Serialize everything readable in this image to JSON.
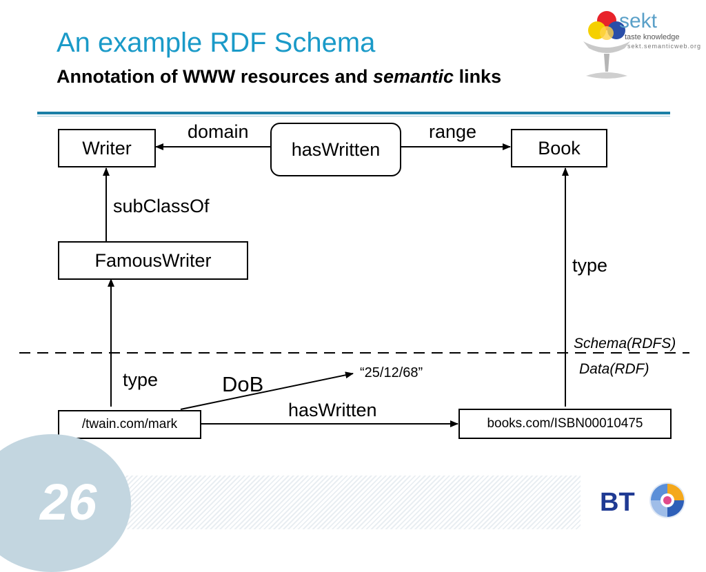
{
  "slide": {
    "title": "An example RDF Schema",
    "subtitle_part1": "Annotation of WWW resources and ",
    "subtitle_italic": "semantic",
    "subtitle_part2": " links",
    "page_number": "26"
  },
  "logos": {
    "sekt_name": "sekt",
    "sekt_tagline": "taste knowledge",
    "sekt_url": "sekt.semanticweb.org",
    "bt_name": "BT"
  },
  "diagram": {
    "nodes": {
      "writer": "Writer",
      "has_written_property": "hasWritten",
      "book": "Book",
      "famous_writer": "FamousWriter",
      "twain_resource": "/twain.com/mark",
      "book_resource": "books.com/ISBN00010475"
    },
    "edges": {
      "domain": "domain",
      "range": "range",
      "sub_class_of": "subClassOf",
      "type_book": "type",
      "type_writer": "type",
      "dob": "DoB",
      "has_written_data": "hasWritten"
    },
    "literal_dob": "“25/12/68”",
    "layer_schema": "Schema(RDFS)",
    "layer_data": "Data(RDF)"
  },
  "colors": {
    "title": "#1a9ac8",
    "rule": "#1a7fa6",
    "bt_blue": "#1f3a93"
  }
}
